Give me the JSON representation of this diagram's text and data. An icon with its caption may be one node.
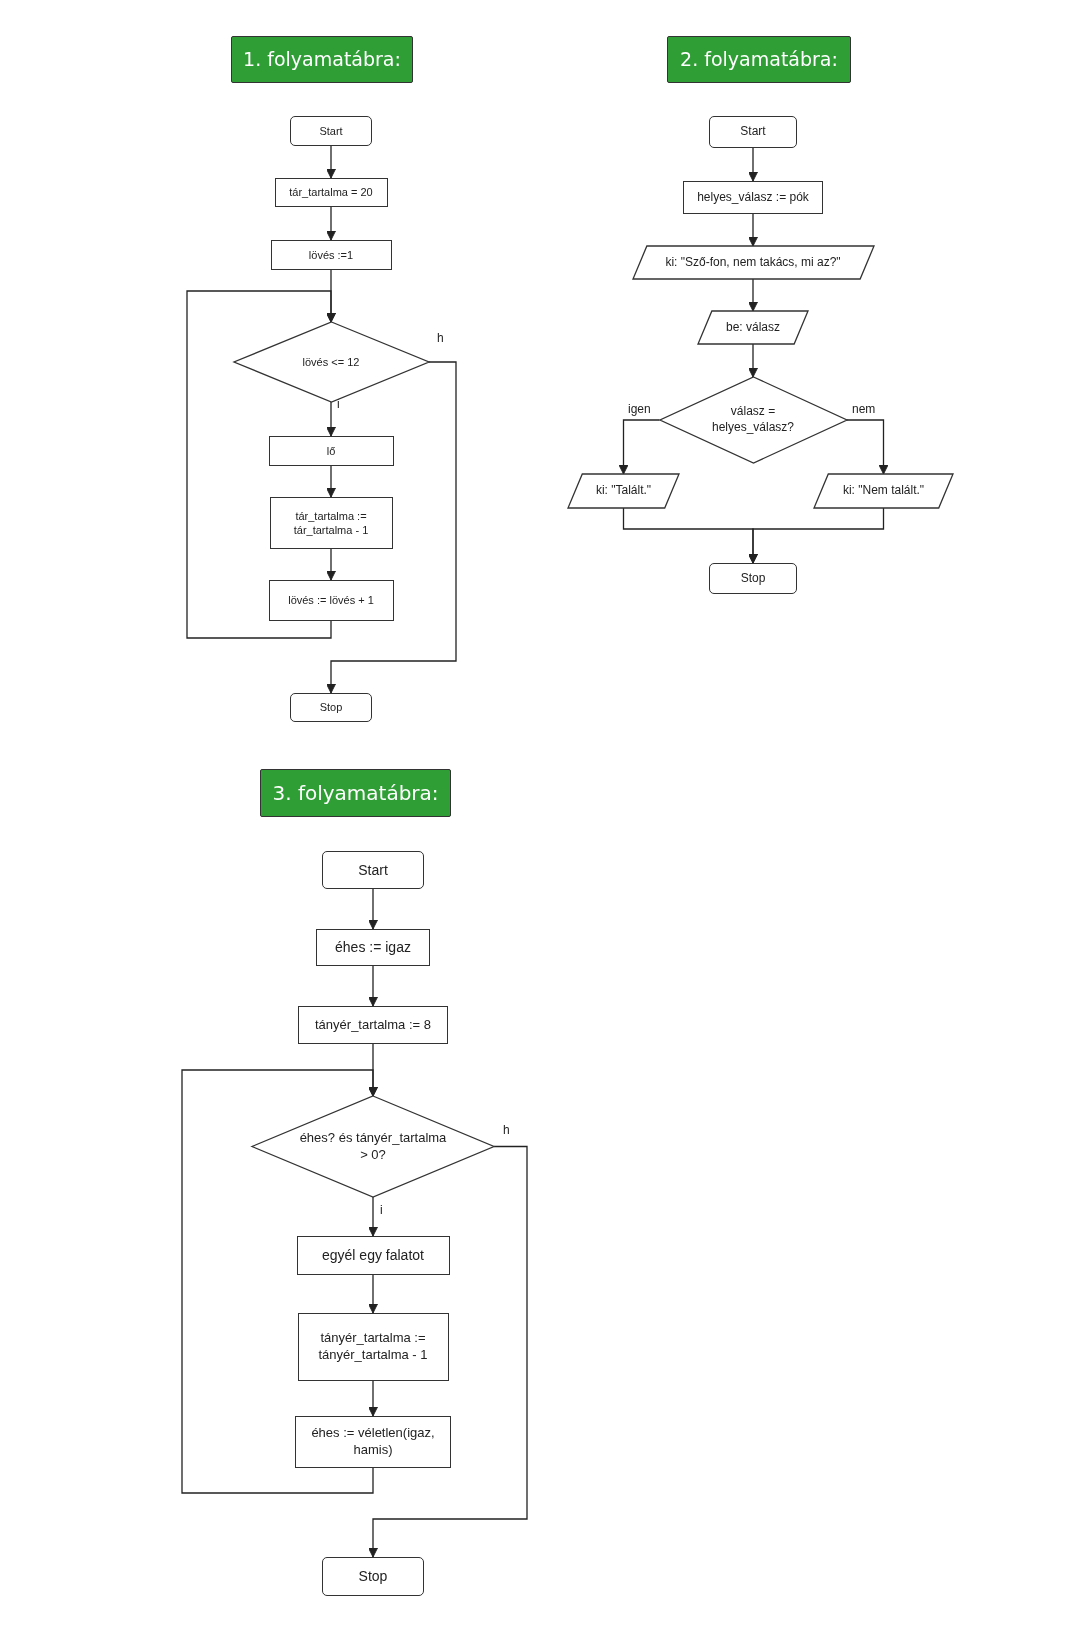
{
  "diagram": {
    "nodes": [
      {
        "text": [
          "1. folyamatábra:"
        ]
      },
      {
        "text": [
          "Start"
        ]
      },
      {
        "text": [
          "tár_tartalma = 20"
        ]
      },
      {
        "text": [
          "lövés :=1"
        ]
      },
      {
        "text": [
          "lövés <= 12"
        ]
      },
      {
        "text": [
          "lő"
        ]
      },
      {
        "text": [
          "tár_tartalma := tár_tartalma - 1"
        ]
      },
      {
        "text": [
          "lövés := lövés + 1"
        ]
      },
      {
        "text": [
          "Stop"
        ]
      },
      {
        "text": [
          "2. folyamatábra:"
        ]
      },
      {
        "text": [
          "Start"
        ]
      },
      {
        "text": [
          "helyes_válasz := pók"
        ]
      },
      {
        "text": [
          "ki: \"Sző-fon, nem takács, mi az?\""
        ]
      },
      {
        "text": [
          "be: válasz"
        ]
      },
      {
        "text": [
          "válasz = helyes_válasz?"
        ]
      },
      {
        "text": [
          "ki: \"Talált.\""
        ]
      },
      {
        "text": [
          "ki: \"Nem talált.\""
        ]
      },
      {
        "text": [
          "Stop"
        ]
      },
      {
        "text": [
          "3. folyamatábra:"
        ]
      },
      {
        "text": [
          "Start"
        ]
      },
      {
        "text": [
          "éhes := igaz"
        ]
      },
      {
        "text": [
          "tányér_tartalma := 8"
        ]
      },
      {
        "text": [
          "éhes? és tányér_tartalma > 0?"
        ]
      },
      {
        "text": [
          "egyél egy falatot"
        ]
      },
      {
        "text": [
          "tányér_tartalma := tányér_tartalma - 1"
        ]
      },
      {
        "text": [
          "éhes := véletlen(igaz, hamis)"
        ]
      },
      {
        "text": [
          "Stop"
        ]
      }
    ],
    "edges": [
      {
        "from": 1,
        "to": 2,
        "arrow": "to"
      },
      {
        "from": 2,
        "to": 3,
        "arrow": "to"
      },
      {
        "from": 3,
        "to": 4,
        "arrow": "to"
      },
      {
        "from": 4,
        "to": 5,
        "label": "i",
        "arrow": "to"
      },
      {
        "from": 5,
        "to": 6,
        "arrow": "to"
      },
      {
        "from": 6,
        "to": 7,
        "arrow": "to"
      },
      {
        "from": 7,
        "to": 4,
        "arrow": "to"
      },
      {
        "from": 4,
        "to": 8,
        "label": "h",
        "arrow": "to"
      },
      {
        "from": 10,
        "to": 11,
        "arrow": "to"
      },
      {
        "from": 11,
        "to": 12,
        "arrow": "to"
      },
      {
        "from": 12,
        "to": 13,
        "arrow": "to"
      },
      {
        "from": 13,
        "to": 14,
        "arrow": "to"
      },
      {
        "from": 14,
        "to": 15,
        "label": "igen",
        "arrow": "to"
      },
      {
        "from": 14,
        "to": 16,
        "label": "nem",
        "arrow": "to"
      },
      {
        "from": 15,
        "to": 17,
        "arrow": "to"
      },
      {
        "from": 16,
        "to": 17,
        "arrow": "to"
      },
      {
        "from": 19,
        "to": 20,
        "arrow": "to"
      },
      {
        "from": 20,
        "to": 21,
        "arrow": "to"
      },
      {
        "from": 21,
        "to": 22,
        "arrow": "to"
      },
      {
        "from": 22,
        "to": 23,
        "label": "i",
        "arrow": "to"
      },
      {
        "from": 23,
        "to": 24,
        "arrow": "to"
      },
      {
        "from": 24,
        "to": 25,
        "arrow": "to"
      },
      {
        "from": 25,
        "to": 22,
        "arrow": "to"
      },
      {
        "from": 22,
        "to": 26,
        "label": "h",
        "arrow": "to"
      }
    ]
  }
}
